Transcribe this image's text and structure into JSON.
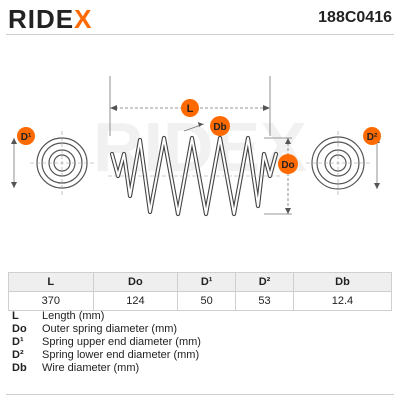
{
  "header": {
    "logo_text": "RIDE",
    "logo_x": "X",
    "part_number": "188C0416"
  },
  "drawing": {
    "label_L": "L",
    "label_Db": "Db",
    "label_Do": "Do",
    "label_D1": "D¹",
    "label_D2": "D²",
    "badge_color": "#ff6a00",
    "watermark_text": "RIDEX"
  },
  "table": {
    "headers": [
      "L",
      "Do",
      "D¹",
      "D²",
      "Db"
    ],
    "values": [
      "370",
      "124",
      "50",
      "53",
      "12.4"
    ]
  },
  "legend": [
    {
      "key": "L",
      "desc": "Length (mm)"
    },
    {
      "key": "Do",
      "desc": "Outer spring diameter (mm)"
    },
    {
      "key": "D¹",
      "desc": "Spring upper end diameter (mm)"
    },
    {
      "key": "D²",
      "desc": "Spring lower end diameter (mm)"
    },
    {
      "key": "Db",
      "desc": "Wire diameter (mm)"
    }
  ]
}
